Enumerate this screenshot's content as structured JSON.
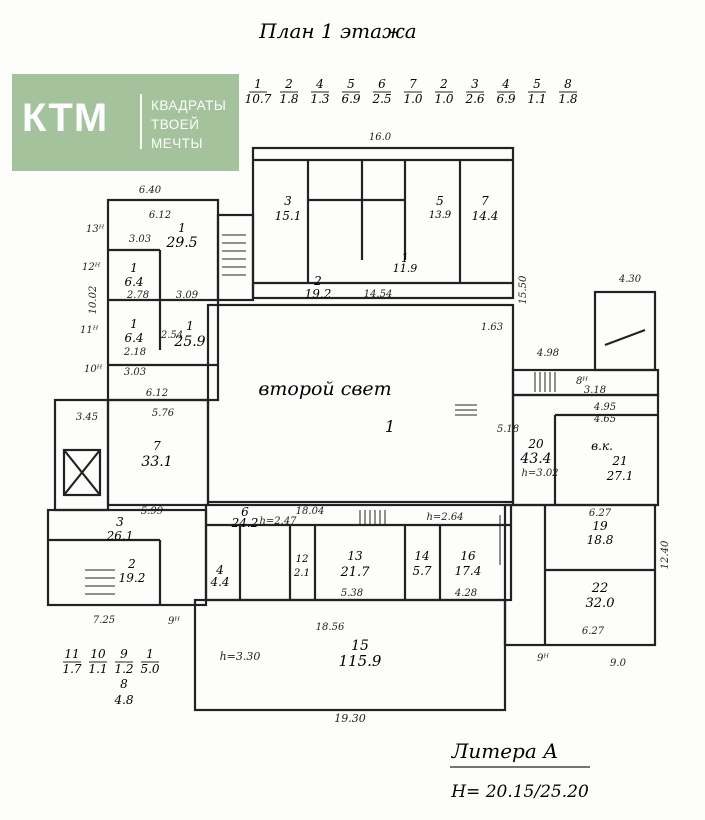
{
  "title": "План 1 этажа",
  "logo": {
    "mark": "КТМ",
    "slogan_line1": "КВАДРАТЫ",
    "slogan_line2": "ТВОЕЙ",
    "slogan_line3": "МЕЧТЫ"
  },
  "legend_top": [
    {
      "num": "1",
      "area": "10.7"
    },
    {
      "num": "2",
      "area": "1.8"
    },
    {
      "num": "4",
      "area": "1.3"
    },
    {
      "num": "5",
      "area": "6.9"
    },
    {
      "num": "6",
      "area": "2.5"
    },
    {
      "num": "7",
      "area": "1.0"
    },
    {
      "num": "2",
      "area": "1.0"
    },
    {
      "num": "3",
      "area": "2.6"
    },
    {
      "num": "4",
      "area": "6.9"
    },
    {
      "num": "5",
      "area": "1.1"
    },
    {
      "num": "8",
      "area": "1.8"
    }
  ],
  "legend_bottom": [
    {
      "num": "11",
      "area": "1.7"
    },
    {
      "num": "10",
      "area": "1.1"
    },
    {
      "num": "9",
      "area": "1.2"
    },
    {
      "num": "1",
      "area": "5.0"
    }
  ],
  "legend_bottom_extra": {
    "num": "8",
    "area": "4.8"
  },
  "second_light": "второй свет",
  "rooms": {
    "r1a": {
      "num": "1",
      "area": "29.5"
    },
    "r1b": {
      "num": "1",
      "area": "6.4"
    },
    "r1c": {
      "num": "1",
      "area": "6.4"
    },
    "r1d": {
      "num": "1",
      "area": "25.9"
    },
    "r7": {
      "num": "7",
      "area": "33.1"
    },
    "r3": {
      "num": "3",
      "area": "26.1"
    },
    "r2": {
      "num": "2",
      "area": "19.2"
    },
    "r6": {
      "num": "6",
      "area": "24.2"
    },
    "r4": {
      "num": "4",
      "area": "4.4"
    },
    "r12": {
      "num": "12",
      "area": "2.1"
    },
    "r13": {
      "num": "13",
      "area": "21.7"
    },
    "r14": {
      "num": "14",
      "area": "5.7"
    },
    "r16": {
      "num": "16",
      "area": "17.4"
    },
    "r15": {
      "num": "15",
      "area": "115.9"
    },
    "r20": {
      "num": "20",
      "area": "43.4"
    },
    "r21": {
      "num": "21",
      "area": "27.1"
    },
    "r19": {
      "num": "19",
      "area": "18.8"
    },
    "r22": {
      "num": "22",
      "area": "32.0"
    },
    "rt3": {
      "num": "3",
      "area": "15.1"
    },
    "rt5": {
      "num": "5",
      "area": "13.9"
    },
    "rt7": {
      "num": "7",
      "area": "14.4"
    },
    "rt2": {
      "num": "2",
      "area": "19.2"
    },
    "rt1": {
      "num": "1",
      "area": "11.9"
    },
    "main1": {
      "num": "1"
    },
    "vk": {
      "label": "в.к."
    }
  },
  "dims": {
    "top_16": "16.0",
    "d640": "6.40",
    "d612": "6.12",
    "d303a": "3.03",
    "d278": "2.78",
    "d309": "3.09",
    "d218": "2.18",
    "d254": "2.54",
    "d303b": "3.03",
    "d612b": "6.12",
    "d576": "5.76",
    "d345": "3.45",
    "d599": "5.99",
    "d1804": "18.04",
    "d1856": "18.56",
    "d1930": "19.30",
    "d538": "5.38",
    "d428": "4.28",
    "d725": "7.25",
    "d627a": "6.27",
    "d627b": "6.27",
    "d498": "4.98",
    "d318": "3.18",
    "d465": "4.65",
    "d495": "4.95",
    "d430": "4.30",
    "d1454": "14.54",
    "d1002": "10.02",
    "d1240": "12.40",
    "d900": "9.0",
    "d163": "1.63",
    "d518": "5.18",
    "d1550": "15.50",
    "h302": "h=3.02",
    "h264": "h=2.64",
    "h330": "h=3.30",
    "h247": "h=2.47"
  },
  "floor_marks": [
    "13ᴴ",
    "12ᴴ",
    "11ᴴ",
    "10ᴴ",
    "9ᴴ",
    "8ᴴ",
    "9ᴴ"
  ],
  "litera": "Литера А",
  "height_note": "Н= 20.15/25.20"
}
